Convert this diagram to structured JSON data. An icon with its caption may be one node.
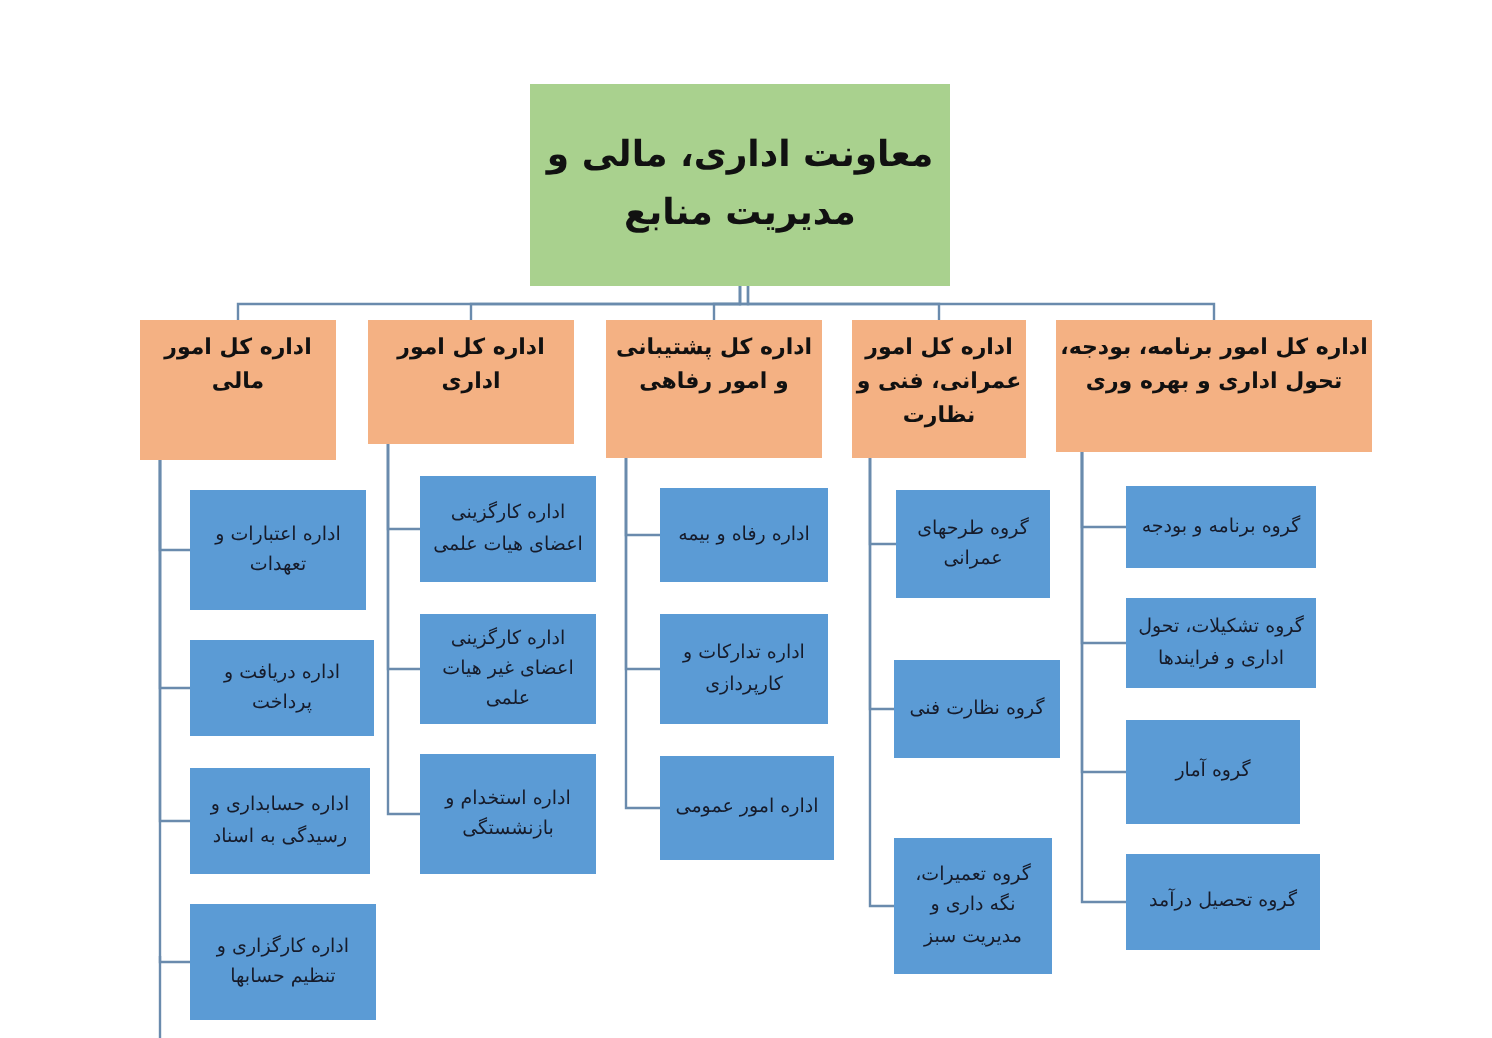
{
  "diagram": {
    "nodes": [
      {
        "text": [
          "معاونت اداری، مالی و مدیریت منابع"
        ]
      },
      {
        "text": [
          "اداره کل امور برنامه، بودجه، تحول اداری و بهره وری"
        ]
      },
      {
        "text": [
          "اداره کل امور عمرانی، فنی و نظارت"
        ]
      },
      {
        "text": [
          "اداره کل پشتیبانی و امور رفاهی"
        ]
      },
      {
        "text": [
          "اداره کل امور اداری"
        ]
      },
      {
        "text": [
          "اداره کل امور مالی"
        ]
      },
      {
        "text": [
          "گروه برنامه و بودجه"
        ]
      },
      {
        "text": [
          "گروه تشکیلات، تحول اداری و فرایندها"
        ]
      },
      {
        "text": [
          "گروه آمار"
        ]
      },
      {
        "text": [
          "گروه تحصیل درآمد"
        ]
      },
      {
        "text": [
          "گروه طرحهای عمرانی"
        ]
      },
      {
        "text": [
          "گروه نظارت فنی"
        ]
      },
      {
        "text": [
          "گروه تعمیرات، نگه داری و مدیریت سبز"
        ]
      },
      {
        "text": [
          "اداره رفاه و بیمه"
        ]
      },
      {
        "text": [
          "اداره تدارکات و کارپردازی"
        ]
      },
      {
        "text": [
          "اداره امور عمومی"
        ]
      },
      {
        "text": [
          "اداره کارگزینی اعضای هیات علمی"
        ]
      },
      {
        "text": [
          "اداره کارگزینی اعضای غیر هیات علمی"
        ]
      },
      {
        "text": [
          "اداره استخدام و بازنشستگی"
        ]
      },
      {
        "text": [
          "اداره اعتبارات و تعهدات"
        ]
      },
      {
        "text": [
          "اداره دریافت و پرداخت"
        ]
      },
      {
        "text": [
          "اداره حسابداری و رسیدگی به اسناد"
        ]
      },
      {
        "text": [
          "اداره کارگزاری و تنظیم حسابها"
        ]
      }
    ],
    "edges": [
      {
        "from": 0,
        "to": 1,
        "arrow": "none"
      },
      {
        "from": 0,
        "to": 2,
        "arrow": "none"
      },
      {
        "from": 0,
        "to": 3,
        "arrow": "none"
      },
      {
        "from": 0,
        "to": 4,
        "arrow": "none"
      },
      {
        "from": 0,
        "to": 5,
        "arrow": "none"
      },
      {
        "from": 1,
        "to": 6,
        "arrow": "none"
      },
      {
        "from": 1,
        "to": 7,
        "arrow": "none"
      },
      {
        "from": 1,
        "to": 8,
        "arrow": "none"
      },
      {
        "from": 1,
        "to": 9,
        "arrow": "none"
      },
      {
        "from": 2,
        "to": 10,
        "arrow": "none"
      },
      {
        "from": 2,
        "to": 11,
        "arrow": "none"
      },
      {
        "from": 2,
        "to": 12,
        "arrow": "none"
      },
      {
        "from": 3,
        "to": 13,
        "arrow": "none"
      },
      {
        "from": 3,
        "to": 14,
        "arrow": "none"
      },
      {
        "from": 3,
        "to": 15,
        "arrow": "none"
      },
      {
        "from": 4,
        "to": 16,
        "arrow": "none"
      },
      {
        "from": 4,
        "to": 17,
        "arrow": "none"
      },
      {
        "from": 4,
        "to": 18,
        "arrow": "none"
      },
      {
        "from": 5,
        "to": 19,
        "arrow": "none"
      },
      {
        "from": 5,
        "to": 20,
        "arrow": "none"
      },
      {
        "from": 5,
        "to": 21,
        "arrow": "none"
      },
      {
        "from": 5,
        "to": 22,
        "arrow": "none"
      }
    ]
  }
}
